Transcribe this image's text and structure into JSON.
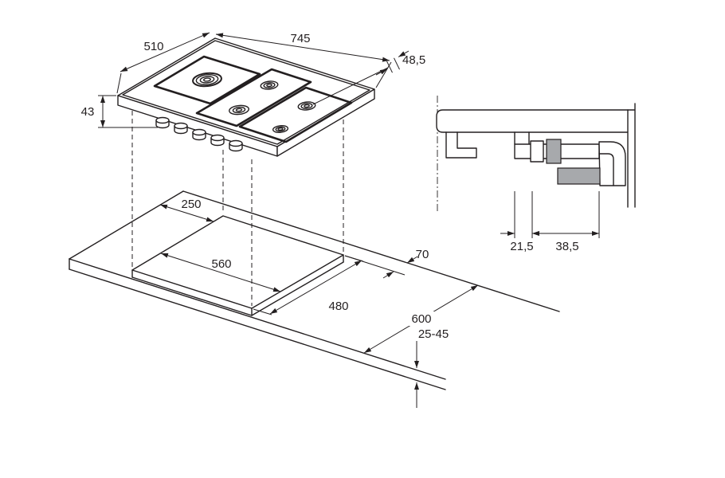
{
  "diagram": {
    "title": "gas-hob-installation-dimensions",
    "labels": {
      "hob_width": "745",
      "hob_depth": "510",
      "hob_height": "43",
      "grate_height": "48,5",
      "clearance_rear": "250",
      "cutout_width": "560",
      "edge_clearance": "70",
      "cutout_depth": "480",
      "worktop_depth": "600",
      "worktop_thickness": "25-45",
      "gas_offset_a": "21,5",
      "gas_offset_b": "38,5"
    },
    "colors": {
      "line": "#231f20",
      "fitting_gray": "#a7a9ac",
      "background": "#ffffff"
    }
  }
}
